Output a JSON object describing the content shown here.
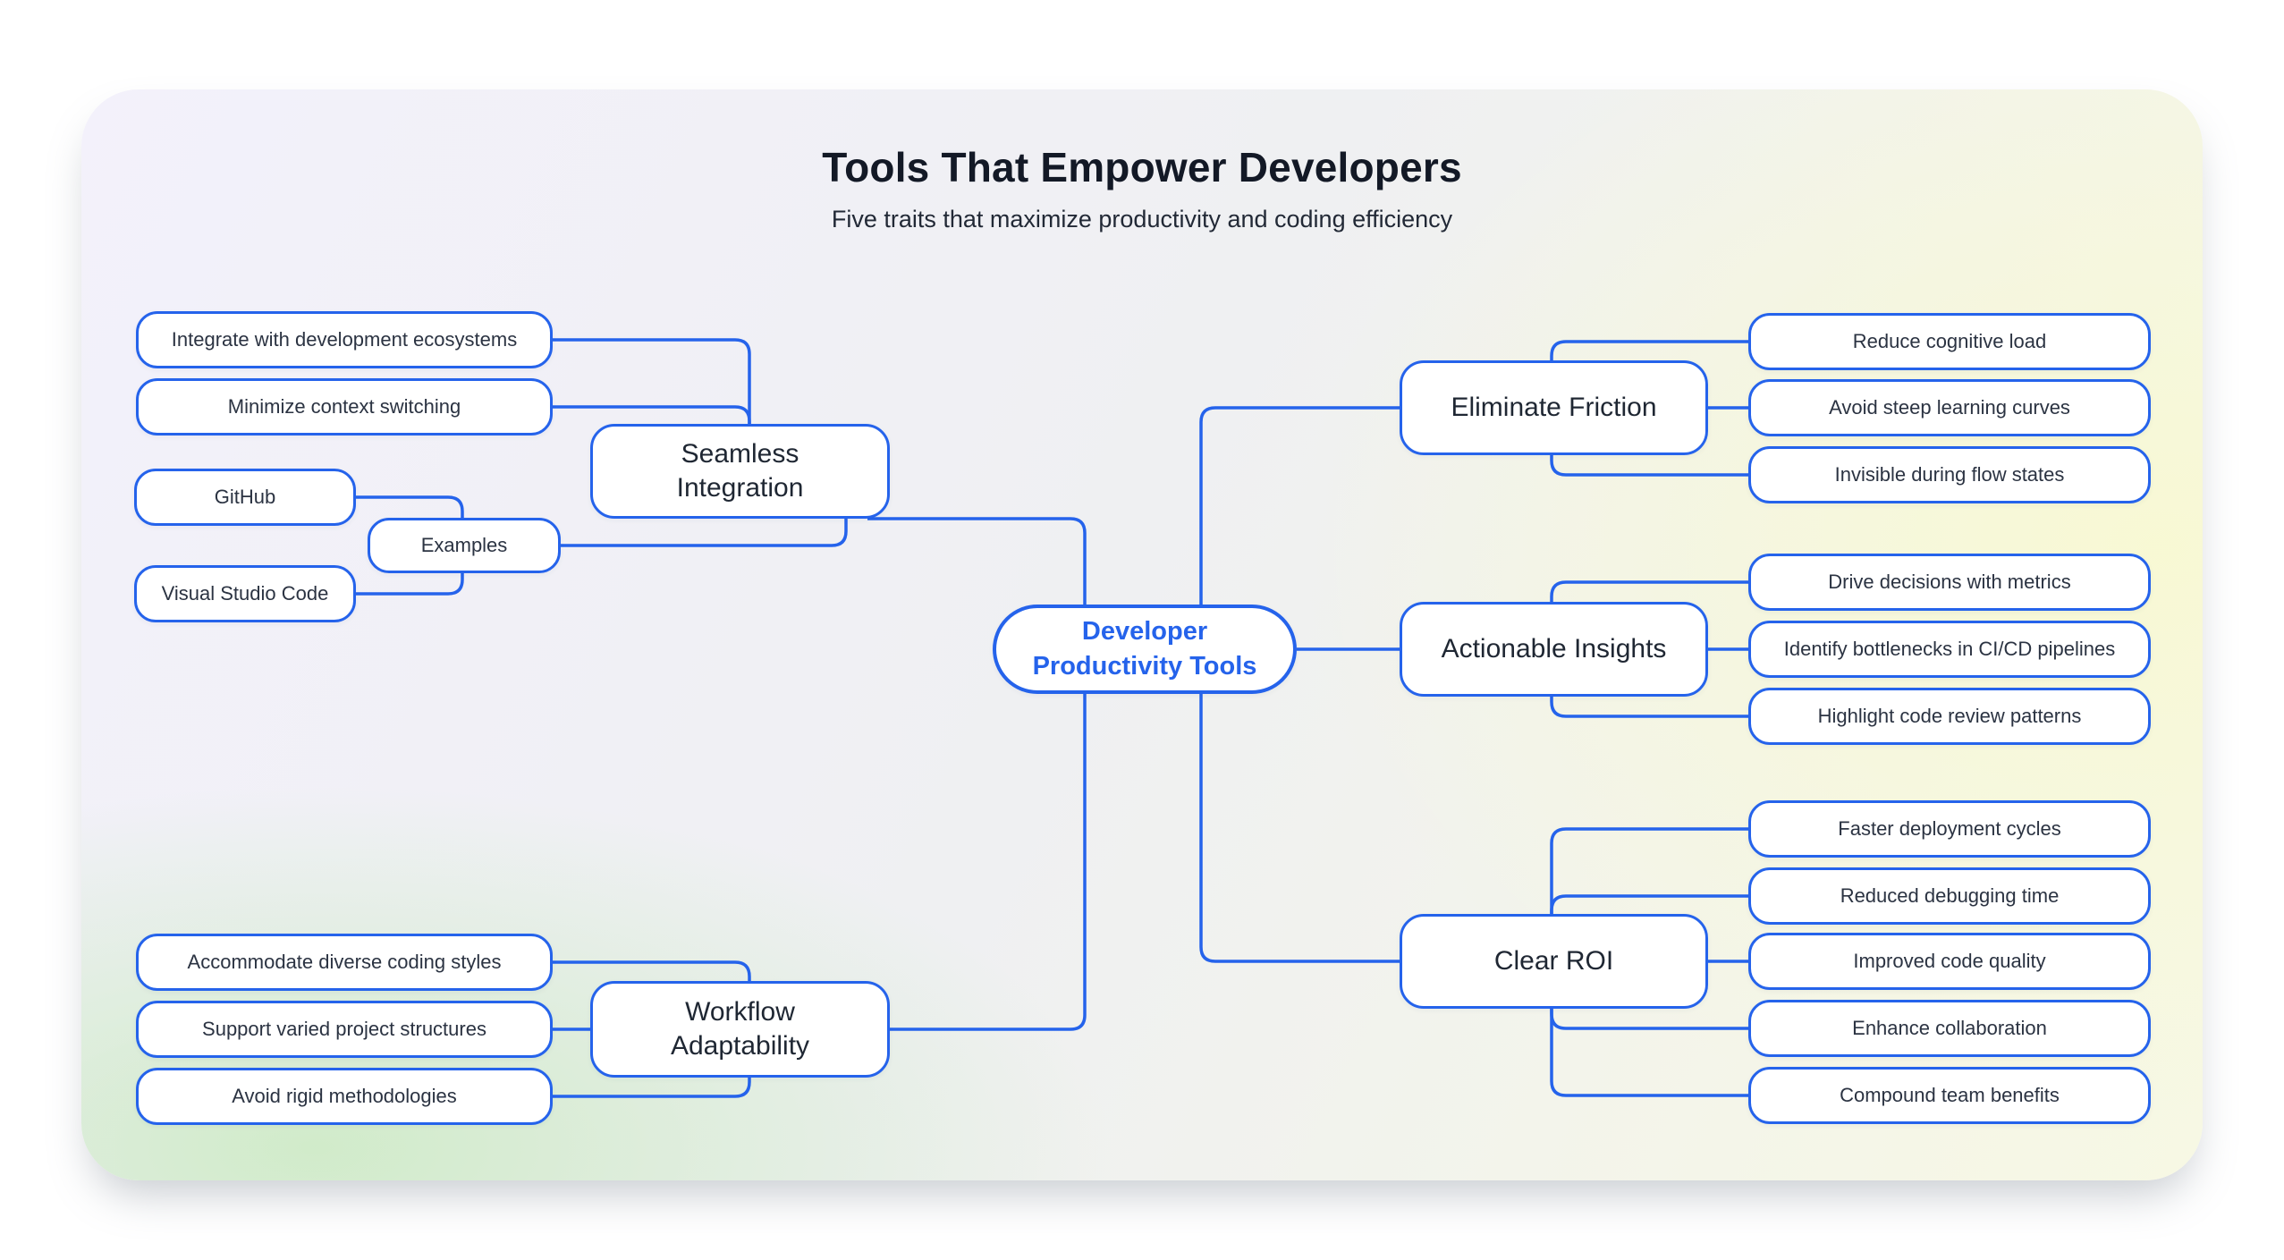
{
  "title": "Tools That Empower Developers",
  "subtitle": "Five traits that maximize productivity and coding efficiency",
  "colors": {
    "accent_blue": "#2563eb",
    "text_dark": "#2b3342",
    "card_lavender": "#f3f1fb",
    "card_yellow": "#f8f9e0",
    "card_green": "#cbeac2"
  },
  "root": {
    "label": "Developer Productivity Tools"
  },
  "branches": [
    {
      "label": "Seamless Integration",
      "children": [
        {
          "label": "Integrate with development ecosystems"
        },
        {
          "label": "Minimize context switching"
        },
        {
          "label": "Examples",
          "children": [
            {
              "label": "GitHub"
            },
            {
              "label": "Visual Studio Code"
            }
          ]
        }
      ]
    },
    {
      "label": "Workflow Adaptability",
      "children": [
        {
          "label": "Accommodate diverse coding styles"
        },
        {
          "label": "Support varied project structures"
        },
        {
          "label": "Avoid rigid methodologies"
        }
      ]
    },
    {
      "label": "Eliminate Friction",
      "children": [
        {
          "label": "Reduce cognitive load"
        },
        {
          "label": "Avoid steep learning curves"
        },
        {
          "label": "Invisible during flow states"
        }
      ]
    },
    {
      "label": "Actionable Insights",
      "children": [
        {
          "label": "Drive decisions with metrics"
        },
        {
          "label": "Identify bottlenecks in CI/CD pipelines"
        },
        {
          "label": "Highlight code review patterns"
        }
      ]
    },
    {
      "label": "Clear ROI",
      "children": [
        {
          "label": "Faster deployment cycles"
        },
        {
          "label": "Reduced debugging time"
        },
        {
          "label": "Improved code quality"
        },
        {
          "label": "Enhance collaboration"
        },
        {
          "label": "Compound team benefits"
        }
      ]
    }
  ]
}
